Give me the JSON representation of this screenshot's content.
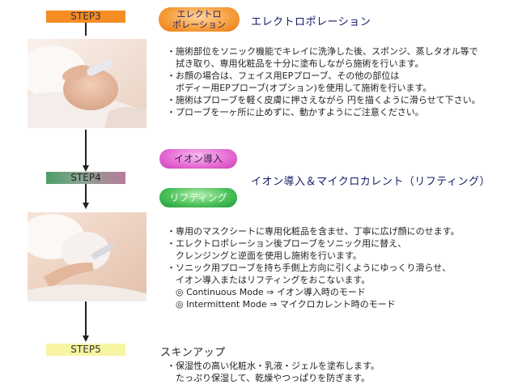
{
  "step3": {
    "label": "STEP3",
    "badge_line1": "エレクトロ",
    "badge_line2": "ポレーション",
    "title": "エレクトロポレーション",
    "lines": [
      "・施術部位をソニック機能でキレイに洗浄した後、スポンジ、蒸しタオル等で",
      "　拭き取り、専用化粧品を十分に塗布しながら施術を行います。",
      "・お顔の場合は、フェイス用EPプローブ、その他の部位は",
      "　ボディー用EPプローブ(オプション)を使用して施術を行います。",
      "・施術はプローブを軽く皮膚に押さえながら 円を描くように滑らせて下さい。",
      "・プローブを一ヶ所に止めずに、動かすようにご注意ください。"
    ]
  },
  "step4": {
    "label": "STEP4",
    "badge_ion": "イオン導入",
    "badge_lift": "リフティング",
    "title": "イオン導入＆マイクロカレント（リフティング）",
    "lines": [
      "・専用のマスクシートに専用化粧品を含ませ、丁寧に広げ顔にのせます。",
      "・エレクトロポレーション後プローブをソニック用に替え、",
      "　クレンジングと逆面を使用し施術を行います。",
      "・ソニック用プローブを持ち手側上方向に引くようにゆっくり滑らせ、",
      "　イオン導入またはリフティングをおこないます。",
      "　◎ Continuous Mode ⇒ イオン導入時のモード",
      "　◎ Intermittent Mode ⇒ マイクロカレント時のモード"
    ]
  },
  "step5": {
    "label": "STEP5",
    "title": "スキンアップ",
    "lines": [
      "・保湿性の高い化粧水・乳液・ジェルを塗布します。",
      "　たっぷり保湿して、乾燥やつっぱりを防ぎます。"
    ]
  }
}
